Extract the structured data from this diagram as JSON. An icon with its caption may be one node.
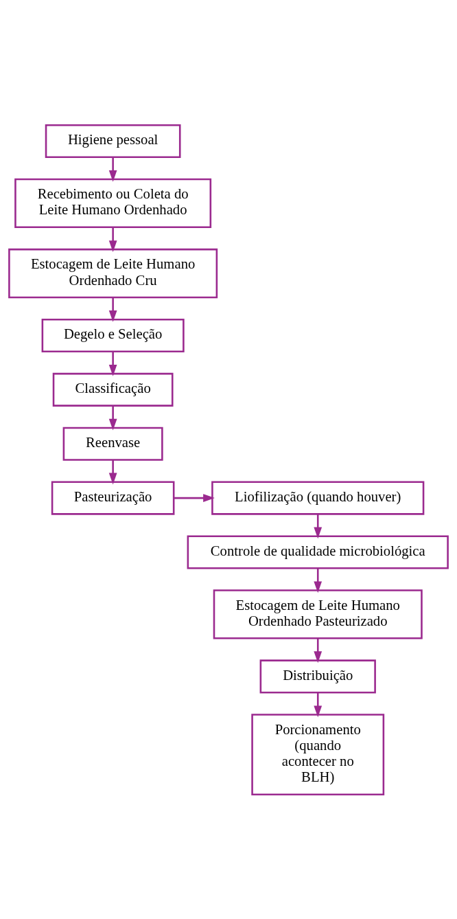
{
  "diagram": {
    "nodes": [
      {
        "text": [
          "Higiene pessoal"
        ]
      },
      {
        "text": [
          "Recebimento ou Coleta do Leite Humano Ordenhado"
        ]
      },
      {
        "text": [
          "Estocagem de Leite Humano Ordenhado Cru"
        ]
      },
      {
        "text": [
          "Degelo e Seleção"
        ]
      },
      {
        "text": [
          "Classificação"
        ]
      },
      {
        "text": [
          "Reenvase"
        ]
      },
      {
        "text": [
          "Pasteurização"
        ]
      },
      {
        "text": [
          "Liofilização (quando houver)"
        ]
      },
      {
        "text": [
          "Controle de qualidade microbiológica"
        ]
      },
      {
        "text": [
          "Estocagem de Leite Humano Ordenhado Pasteurizado"
        ]
      },
      {
        "text": [
          "Distribuição"
        ]
      },
      {
        "text": [
          "Porcionamento (quando acontecer no BLH)"
        ]
      }
    ],
    "edges": [
      {
        "from": 0,
        "to": 1,
        "arrow": "to"
      },
      {
        "from": 1,
        "to": 2,
        "arrow": "to"
      },
      {
        "from": 2,
        "to": 3,
        "arrow": "to"
      },
      {
        "from": 3,
        "to": 4,
        "arrow": "to"
      },
      {
        "from": 4,
        "to": 5,
        "arrow": "to"
      },
      {
        "from": 5,
        "to": 6,
        "arrow": "to"
      },
      {
        "from": 6,
        "to": 7,
        "arrow": "to"
      },
      {
        "from": 7,
        "to": 8,
        "arrow": "to"
      },
      {
        "from": 8,
        "to": 9,
        "arrow": "to"
      },
      {
        "from": 9,
        "to": 10,
        "arrow": "to"
      },
      {
        "from": 10,
        "to": 11,
        "arrow": "to"
      }
    ]
  }
}
